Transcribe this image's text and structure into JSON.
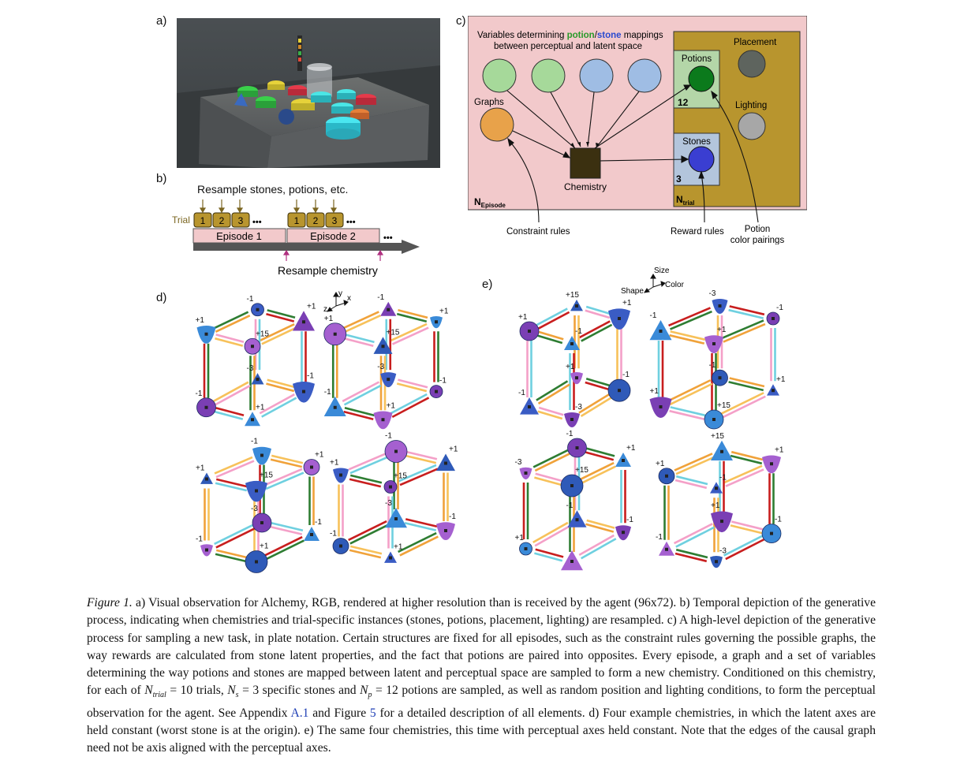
{
  "panel_labels": {
    "a": "a)",
    "b": "b)",
    "c": "c)",
    "d": "d)",
    "e": "e)"
  },
  "panel_b": {
    "resample_top": "Resample stones, potions, etc.",
    "trial_label": "Trial",
    "trials": [
      "1",
      "2",
      "3"
    ],
    "ellipsis": "•••",
    "episode1": "Episode 1",
    "episode2": "Episode 2",
    "resample_bottom": "Resample chemistry"
  },
  "panel_c": {
    "title_pre": "Variables determining ",
    "title_potion": "potion",
    "title_slash": "/",
    "title_stone": "stone",
    "title_post": " mappings",
    "title_line2": "between perceptual and latent space",
    "graphs": "Graphs",
    "chemistry": "Chemistry",
    "placement": "Placement",
    "lighting": "Lighting",
    "potions": "Potions",
    "potions_count": "12",
    "stones": "Stones",
    "stones_count": "3",
    "n_episode_main": "N",
    "n_episode_sub": "Episode",
    "n_trial_main": "N",
    "n_trial_sub": "trial",
    "constraint_rules": "Constraint rules",
    "reward_rules": "Reward rules",
    "potion_pairings_1": "Potion",
    "potion_pairings_2": "color pairings",
    "colors": {
      "bg": "#f2c9cb",
      "olive": "#b8952e",
      "green_light": "#a6d99a",
      "blue_light": "#9fbde4",
      "orange": "#e8a24a",
      "chem": "#3b3010",
      "potion": "#0b7a1c",
      "stone": "#3a3ed1"
    }
  },
  "panel_d_axes": {
    "y": "y",
    "x": "x",
    "z": "z"
  },
  "panel_e_axes": {
    "size": "Size",
    "color": "Color",
    "shape": "Shape"
  },
  "caption": {
    "fig": "Figure 1.",
    "p1": " a) Visual observation for Alchemy, RGB, rendered at higher resolution than is received by the agent (96x72). b) Temporal depiction of the generative process, indicating when chemistries and trial-specific instances (stones, potions, placement, lighting) are resampled. c) A high-level depiction of the generative process for sampling a new task, in plate notation. Certain structures are fixed for all episodes, such as the constraint rules governing the possible graphs, the way rewards are calculated from stone latent properties, and the fact that potions are paired into opposites. Every episode, a graph and a set of variables determining the way potions and stones are mapped between latent and perceptual space are sampled to form a new chemistry. Conditioned on this chemistry, for each of ",
    "ntrial": "N",
    "ntrial_sub": "trial",
    "ntrial_eq": " = 10",
    "p2": " trials, ",
    "ns": "N",
    "ns_sub": "s",
    "ns_eq": " = 3",
    "p3": " specific stones and ",
    "np": "N",
    "np_sub": "p",
    "np_eq": " = 12",
    "p4": " potions are sampled, as well as random position and lighting conditions, to form the perceptual observation for the agent. See Appendix ",
    "ref1": "A.1",
    "p5": " and Figure ",
    "ref2": "5",
    "p6": " for a detailed description of all elements. d) Four example chemistries, in which the latent axes are held constant (worst stone is at the origin). e) The same four chemistries, this time with perceptual axes held constant. Note that the edges of the causal graph need not be axis aligned with the perceptual axes."
  },
  "graph_labels": {
    "d1": [
      "-1",
      "+1",
      "+1",
      "+15",
      "-3",
      "-1",
      "-1",
      "+1"
    ],
    "d2": [
      "-1",
      "+1",
      "+1",
      "+15",
      "-3",
      "-1",
      "-1",
      "+1"
    ],
    "d3": [
      "-1",
      "+1",
      "+1",
      "+15",
      "-3",
      "-1",
      "-1",
      "+1"
    ],
    "d4": [
      "-1",
      "+1",
      "+1",
      "+15",
      "-3",
      "-1",
      "-1",
      "+1"
    ],
    "e1": [
      "+15",
      "+1",
      "+1",
      "-1",
      "+1",
      "-1",
      "-1",
      "-3"
    ],
    "e2": [
      "-3",
      "-1",
      "-1",
      "+1",
      "-1",
      "+1",
      "+1",
      "+15"
    ],
    "e3": [
      "-1",
      "+1",
      "-3",
      "+15",
      "-1",
      "-1",
      "+1"
    ],
    "e4": [
      "+15",
      "+1",
      "+1",
      "-1",
      "+1",
      "-1",
      "-1",
      "-3"
    ]
  }
}
